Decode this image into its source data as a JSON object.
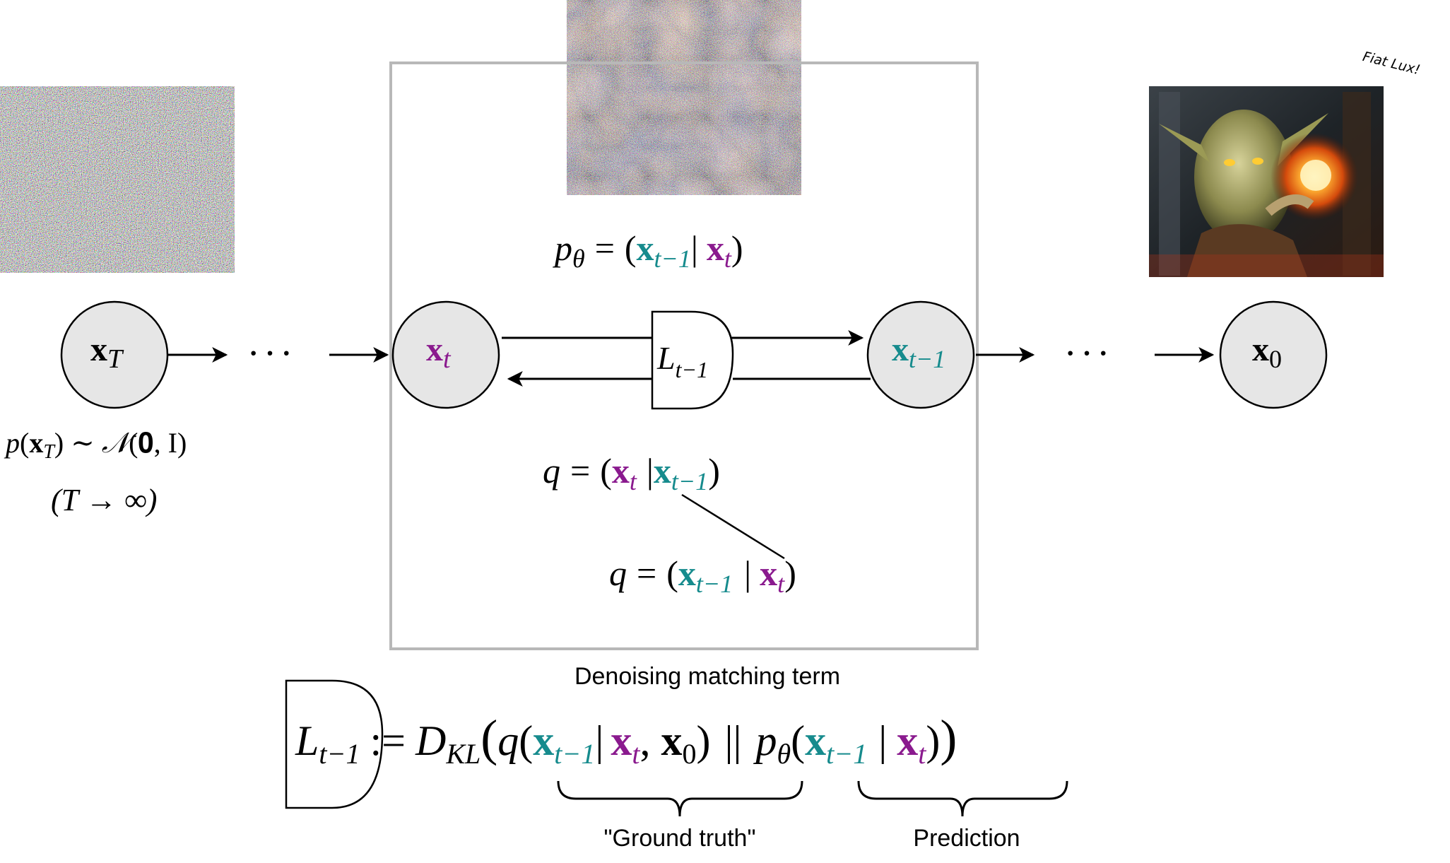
{
  "colors": {
    "teal": "#168b8d",
    "purple": "#8a1a8e",
    "node_fill": "#e6e6e6",
    "frame": "#b8b8b8"
  },
  "nodes": {
    "xT": {
      "var": "x",
      "sub": "T"
    },
    "xt": {
      "var": "x",
      "sub": "t"
    },
    "xtm1": {
      "var": "x",
      "sub": "t−1"
    },
    "x0": {
      "var": "x",
      "sub": "0"
    }
  },
  "ellipsis": "· · ·",
  "prior": {
    "line1_p": "p",
    "line1_x": "x",
    "line1_sub": "T",
    "line1_tilde": "∼",
    "line1_N": "𝒩",
    "line1_args": "(𝟎, I)",
    "line2": "(T → ∞)"
  },
  "ptheta_eq": {
    "p": "p",
    "theta": "θ",
    "eq": "=",
    "x1": "x",
    "x1_sub": "t−1",
    "bar": "|",
    "x2": "x",
    "x2_sub": "t"
  },
  "loss_gate": {
    "L": "L",
    "sub": "t−1"
  },
  "q_forward": {
    "q": "q",
    "eq": "=",
    "x1": "x",
    "x1_sub": "t",
    "x2": "x",
    "x2_sub": "t−1"
  },
  "q_posterior": {
    "q": "q",
    "eq": "=",
    "x1": "x",
    "x1_sub": "t−1",
    "x2": "x",
    "x2_sub": "t"
  },
  "frame_label": "Denoising matching term",
  "fiat_lux": "Fiat Lux!",
  "loss_def": {
    "L": "L",
    "sub": "t−1",
    "assign": ":=",
    "D": "D",
    "D_sub": "KL",
    "q": "q",
    "x_a": "x",
    "x_a_sub": "t−1",
    "x_b": "x",
    "x_b_sub": "t",
    "x_c": "x",
    "x_c_sub": "0",
    "dbar": "||",
    "p": "p",
    "theta": "θ",
    "x_d": "x",
    "x_d_sub": "t−1",
    "x_e": "x",
    "x_e_sub": "t"
  },
  "brace_labels": {
    "ground_truth": "\"Ground truth\"",
    "prediction": "Prediction"
  },
  "images": {
    "noise_full": "pure-noise-image",
    "noise_partial": "partially-denoised-image",
    "clean": "goblin-fire-image"
  }
}
